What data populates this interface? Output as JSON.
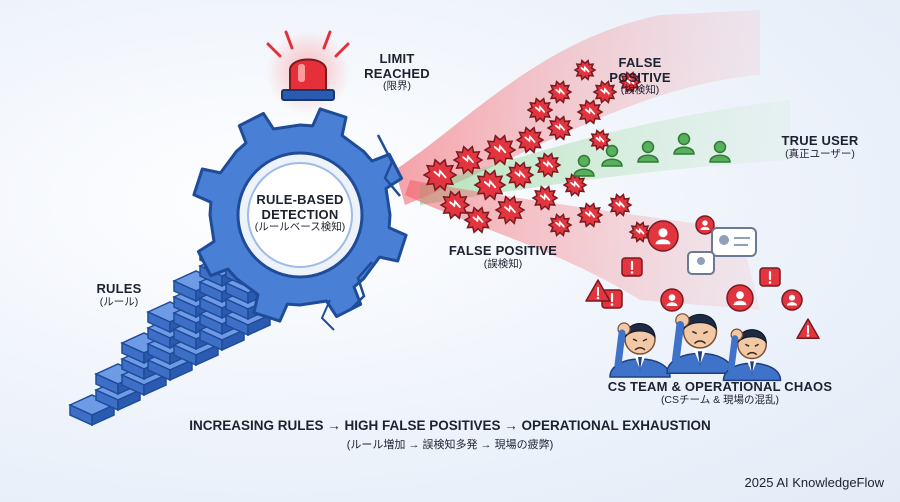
{
  "labels": {
    "limit": {
      "line1": "LIMIT",
      "line2": "REACHED",
      "sub": "(限界)"
    },
    "false_positive_top": {
      "main1": "FALSE",
      "main2": "POSITIVE",
      "sub": "(誤検知)"
    },
    "true_user": {
      "main": "TRUE USER",
      "sub": "(真正ユーザー)"
    },
    "rule_detection": {
      "line1": "RULE-BASED",
      "line2": "DETECTION",
      "sub": "(ルールベース検知)"
    },
    "false_positive_mid": {
      "main": "FALSE POSITIVE",
      "sub": "(誤検知)"
    },
    "rules": {
      "main": "RULES",
      "sub": "(ルール)"
    },
    "cs_team": {
      "main": "CS TEAM & OPERATIONAL CHAOS",
      "sub": "(CSチーム & 現場の混乱)"
    }
  },
  "caption": {
    "main": "INCREASING RULES → HIGH FALSE POSITIVES → OPERATIONAL EXHAUSTION",
    "sub": "(ルール増加 → 誤検知多発 → 現場の疲弊)"
  },
  "footer": "2025 AI KnowledgeFlow",
  "colors": {
    "gear": "#4a7fd6",
    "gear_dark": "#2b5bb0",
    "alarm": "#e5303a",
    "false_positive": "#e2353f",
    "true_user": "#58b05e",
    "text": "#1c2230"
  }
}
